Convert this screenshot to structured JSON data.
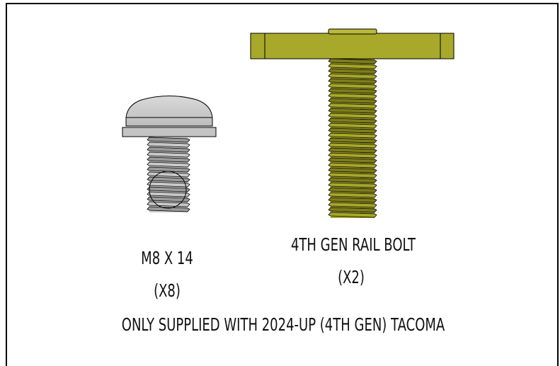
{
  "labels": {
    "m8_name": "M8 X 14",
    "m8_qty": "(X8)",
    "rail_name": "4TH GEN RAIL BOLT",
    "rail_qty": "(X2)",
    "note": "ONLY SUPPLIED WITH 2024-UP (4TH GEN) TACOMA"
  },
  "colors": {
    "m8_bolt": "#c8c8c8",
    "rail_bolt": "#a8a82a",
    "outline": "#000000"
  }
}
